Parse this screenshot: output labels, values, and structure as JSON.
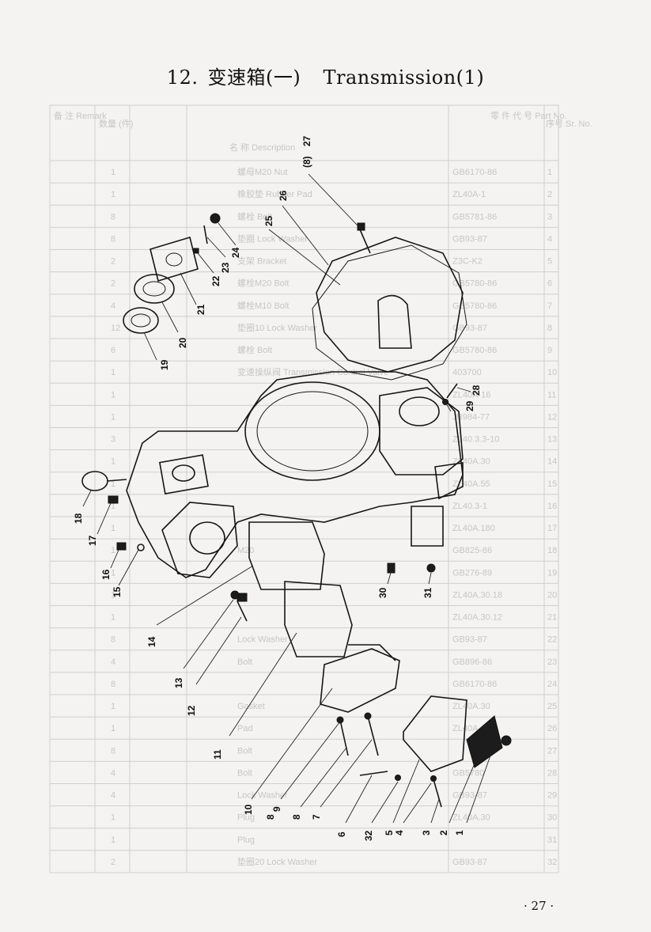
{
  "header": {
    "title_number": "12.",
    "title_cn": "变速箱(一)",
    "title_en": "Transmission(1)"
  },
  "table": {
    "columns": {
      "no": "序号 Sr. No.",
      "part_no": "零 件 代 号 Part No.",
      "name": "名 称 Description",
      "qty": "数量 (件)",
      "remark": "备 注 Remark"
    },
    "rows": [
      {
        "no": "1",
        "part_no": "GB6170-86",
        "name": "螺母M20  Nut",
        "qty": "1"
      },
      {
        "no": "2",
        "part_no": "ZL40A-1",
        "name": "橡胶垫  Rubber Pad",
        "qty": "1"
      },
      {
        "no": "3",
        "part_no": "GB5781-86",
        "name": "螺栓  Bolt",
        "qty": "8"
      },
      {
        "no": "4",
        "part_no": "GB93-87",
        "name": "垫圈  Lock Washer",
        "qty": "8"
      },
      {
        "no": "5",
        "part_no": "Z3C-K2",
        "name": "支架  Bracket",
        "qty": "2"
      },
      {
        "no": "6",
        "part_no": "GB5780-86",
        "name": "螺栓M20  Bolt",
        "qty": "2"
      },
      {
        "no": "7",
        "part_no": "GB5780-86",
        "name": "螺栓M10  Bolt",
        "qty": "4"
      },
      {
        "no": "8",
        "part_no": "GB93-87",
        "name": "垫圈10  Lock Washer",
        "qty": "12"
      },
      {
        "no": "9",
        "part_no": "GB5780-86",
        "name": "螺栓  Bolt",
        "qty": "6"
      },
      {
        "no": "10",
        "part_no": "403700",
        "name": "变速操纵阀  Transmission Control Valve",
        "qty": "1"
      },
      {
        "no": "11",
        "part_no": "ZL40A-16",
        "name": "",
        "qty": "1"
      },
      {
        "no": "12",
        "part_no": "JB984-77",
        "name": "",
        "qty": "1"
      },
      {
        "no": "13",
        "part_no": "ZL40.3.3-10",
        "name": "",
        "qty": "3"
      },
      {
        "no": "14",
        "part_no": "ZL40A.30",
        "name": "",
        "qty": "1"
      },
      {
        "no": "15",
        "part_no": "ZL40A.55",
        "name": "",
        "qty": "1"
      },
      {
        "no": "16",
        "part_no": "ZL40.3-1",
        "name": "",
        "qty": "1"
      },
      {
        "no": "17",
        "part_no": "ZL40A.180",
        "name": "",
        "qty": "1"
      },
      {
        "no": "18",
        "part_no": "GB825-86",
        "name": "M20",
        "qty": "1"
      },
      {
        "no": "19",
        "part_no": "GB276-89",
        "name": "",
        "qty": "1"
      },
      {
        "no": "20",
        "part_no": "ZL40A.30.18",
        "name": "",
        "qty": "1"
      },
      {
        "no": "21",
        "part_no": "ZL40A.30.12",
        "name": "",
        "qty": "1"
      },
      {
        "no": "22",
        "part_no": "GB93-87",
        "name": "Lock Washer",
        "qty": "8"
      },
      {
        "no": "23",
        "part_no": "GB896-86",
        "name": "Bolt",
        "qty": "4"
      },
      {
        "no": "24",
        "part_no": "GB6170-86",
        "name": "",
        "qty": "8"
      },
      {
        "no": "25",
        "part_no": "ZL40A.30",
        "name": "Gasket",
        "qty": "1"
      },
      {
        "no": "26",
        "part_no": "ZL40A",
        "name": "Pad",
        "qty": "1"
      },
      {
        "no": "27",
        "part_no": "",
        "name": "Bolt",
        "qty": "8"
      },
      {
        "no": "28",
        "part_no": "GB5780",
        "name": "Bolt",
        "qty": "4"
      },
      {
        "no": "29",
        "part_no": "GB93-87",
        "name": "Lock Washer",
        "qty": "4"
      },
      {
        "no": "30",
        "part_no": "ZL40A.30",
        "name": "Plug",
        "qty": "1"
      },
      {
        "no": "31",
        "part_no": "",
        "name": "Plug",
        "qty": "1"
      },
      {
        "no": "32",
        "part_no": "GB93-87",
        "name": "垫圈20  Lock Washer",
        "qty": "2"
      }
    ]
  },
  "callouts": {
    "c1": "1",
    "c2": "2",
    "c3": "3",
    "c4": "4",
    "c5": "5",
    "c6": "6",
    "c7": "7",
    "c8a": "8",
    "c8b": "(8)",
    "c9": "9",
    "c10": "10",
    "c11": "11",
    "c12": "12",
    "c13": "13",
    "c14": "14",
    "c15": "15",
    "c16": "16",
    "c17": "17",
    "c18": "18",
    "c19": "19",
    "c20": "20",
    "c21": "21",
    "c22": "22",
    "c23": "23",
    "c24": "24",
    "c25": "25",
    "c26": "26",
    "c27": "27",
    "c28": "28",
    "c29": "29",
    "c30": "30",
    "c31": "31",
    "c32": "32"
  },
  "footer": {
    "page_number": "· 27 ·"
  }
}
